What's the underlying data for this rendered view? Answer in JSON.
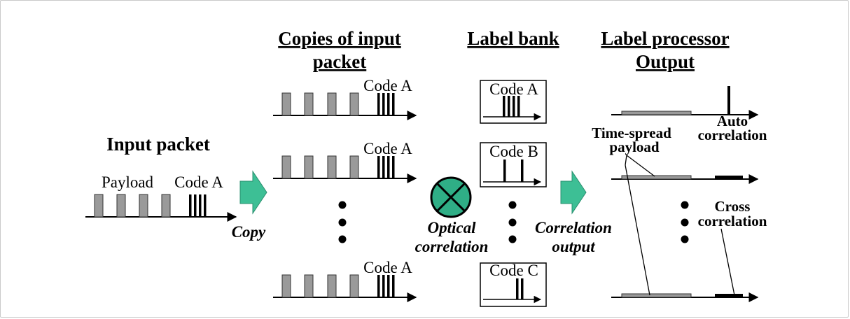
{
  "headers": {
    "copies": [
      "Copies of input",
      "packet"
    ],
    "label_bank": "Label bank",
    "output": [
      "Label processor",
      "Output"
    ]
  },
  "input": {
    "title": "Input  packet",
    "payload_label": "Payload",
    "code_label": "Code A"
  },
  "copies": [
    {
      "code": "Code A"
    },
    {
      "code": "Code A"
    },
    {
      "code": "Code A"
    }
  ],
  "label_bank": [
    {
      "code": "Code A"
    },
    {
      "code": "Code B"
    },
    {
      "code": "Code C"
    }
  ],
  "labels": {
    "copy": "Copy",
    "optical_correlation": [
      "Optical",
      "correlation"
    ],
    "correlation_output": [
      "Correlation",
      "output"
    ],
    "time_spread_payload": [
      "Time-spread",
      "payload"
    ],
    "auto_correlation": [
      "Auto",
      "correlation"
    ],
    "cross_correlation": [
      "Cross",
      "correlation"
    ]
  },
  "colors": {
    "pulse_fill": "#9a9a9a",
    "arrow_green": "#3dbf95",
    "correlator_green": "#2fae86",
    "line": "#000000"
  }
}
